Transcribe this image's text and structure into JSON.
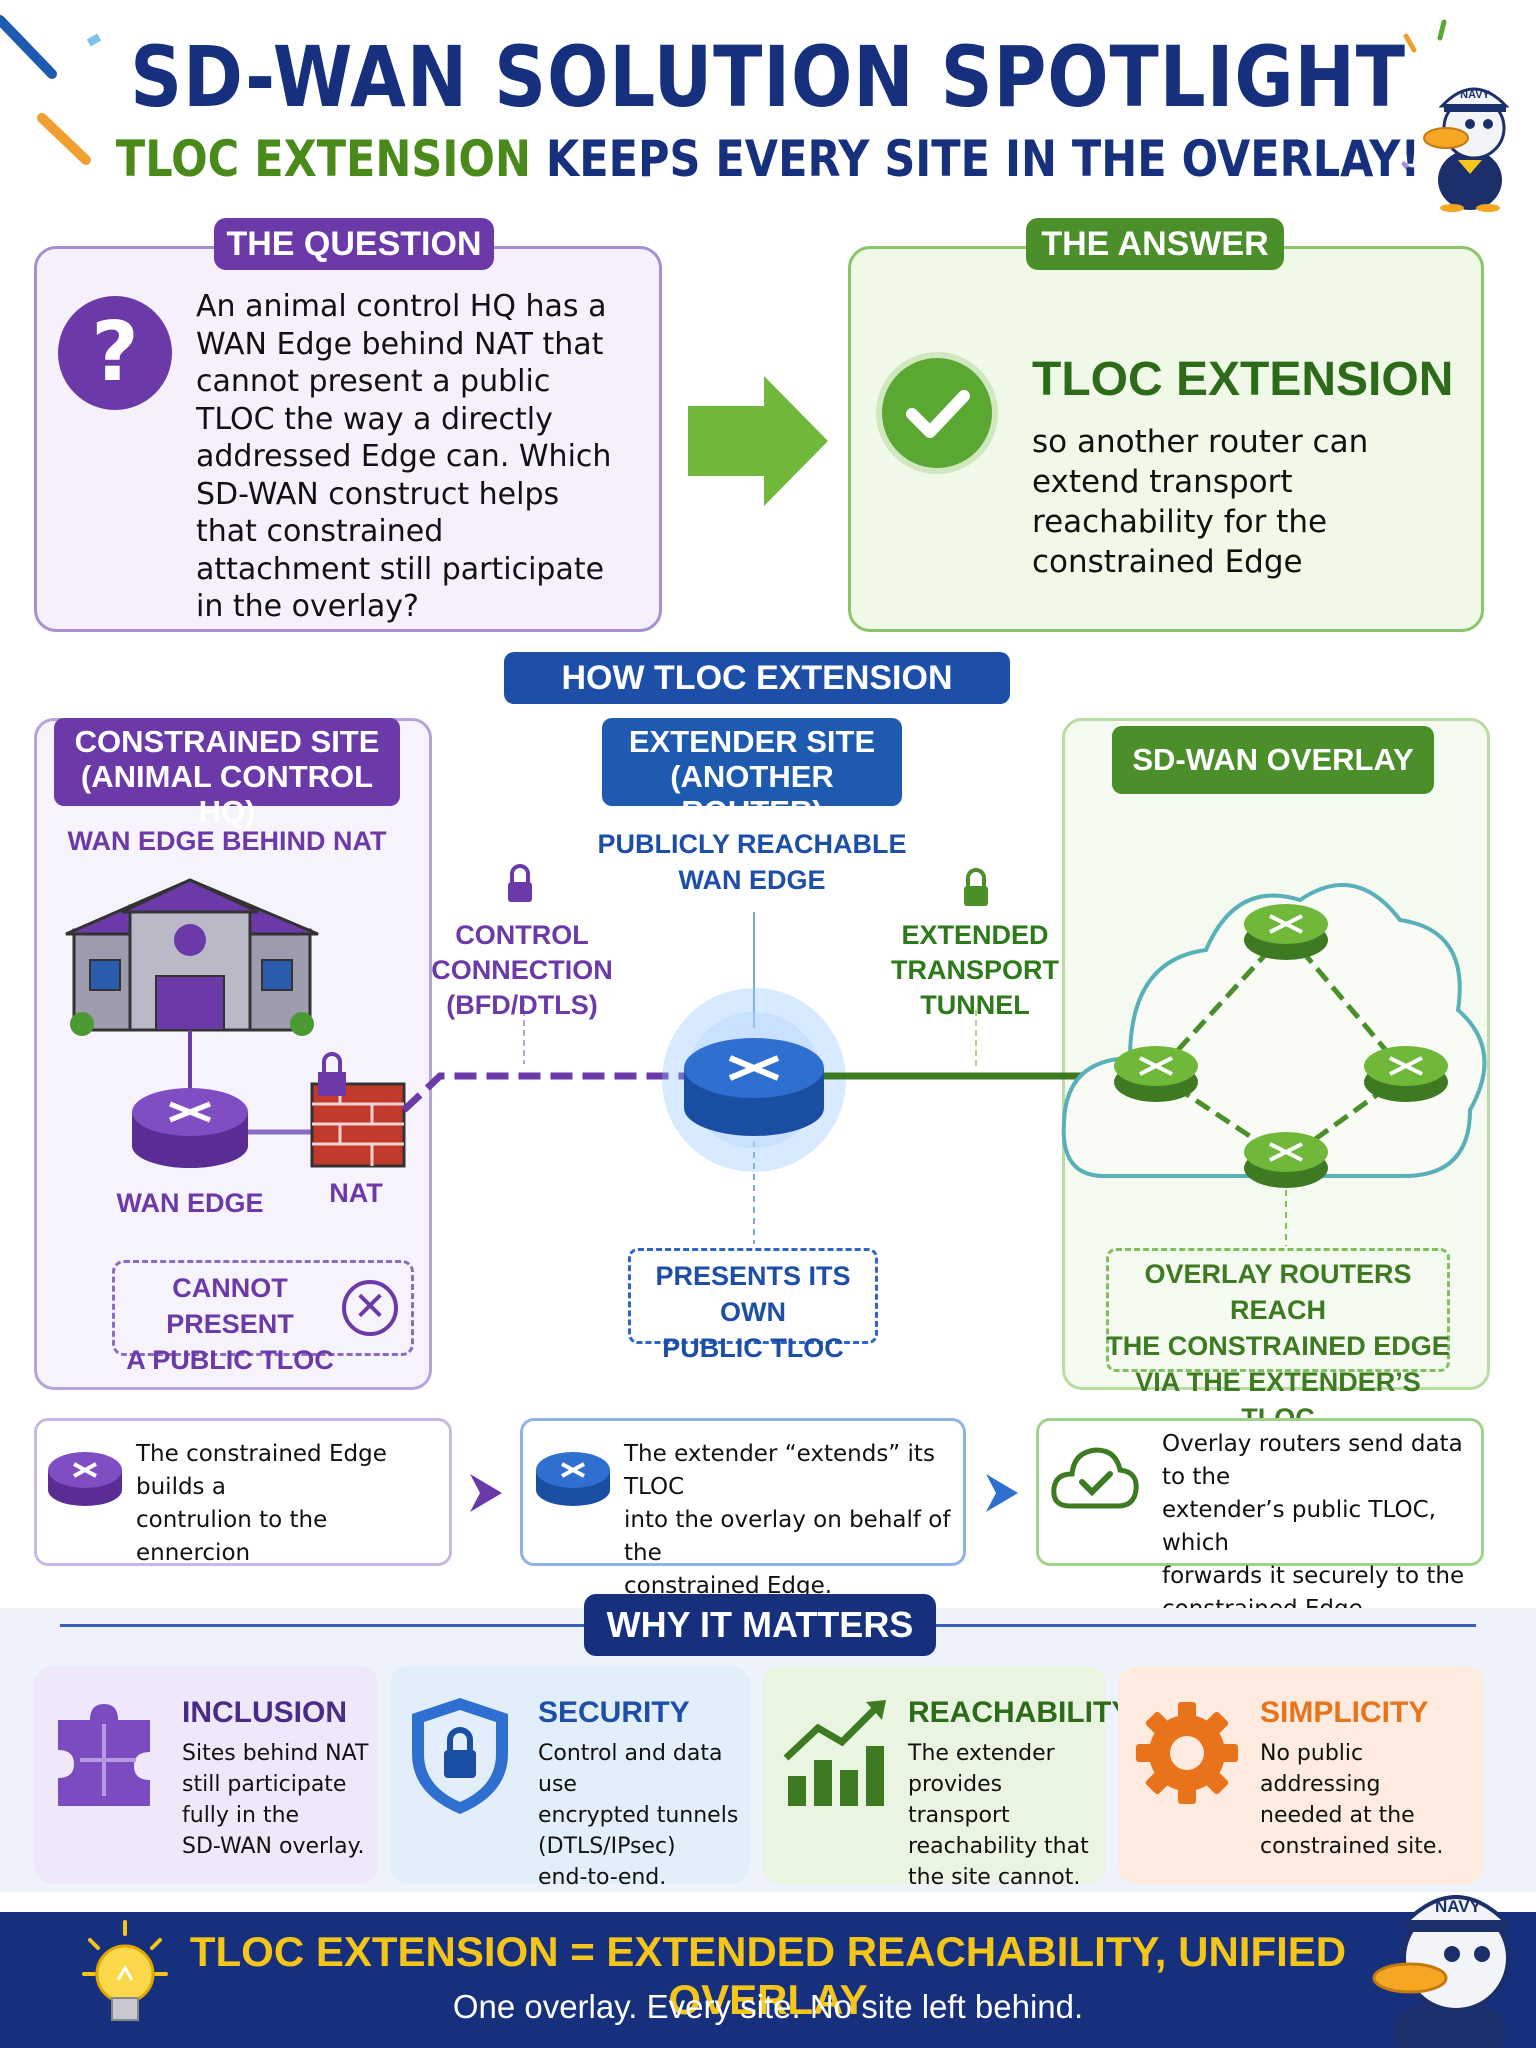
{
  "header": {
    "title": "SD-WAN SOLUTION SPOTLIGHT",
    "subtitle_highlight": "TLOC EXTENSION",
    "subtitle_rest": " KEEPS EVERY SITE IN THE OVERLAY!"
  },
  "question": {
    "tag": "THE QUESTION",
    "icon": "question-mark-icon",
    "icon_glyph": "?",
    "text": "An animal control HQ has a WAN Edge behind NAT that cannot present a public TLOC the way a directly addressed Edge can. Which SD-WAN construct helps that constrained attachment still participate in the overlay?"
  },
  "answer": {
    "tag": "THE ANSWER",
    "icon": "checkmark-icon",
    "heading": "TLOC EXTENSION",
    "text": "so another router can extend transport reachability for the constrained Edge"
  },
  "how": {
    "tag": "HOW TLOC EXTENSION WORKS",
    "constrained_site": {
      "line1": "CONSTRAINED SITE",
      "line2": "(ANIMAL CONTROL HQ)",
      "sublabel": "WAN EDGE BEHIND NAT",
      "wan_edge_label": "WAN EDGE",
      "nat_label": "NAT",
      "cannot_line1": "CANNOT PRESENT",
      "cannot_line2": "A PUBLIC TLOC",
      "cannot_glyph": "✕"
    },
    "control_connection": {
      "line1": "CONTROL",
      "line2": "CONNECTION",
      "line3": "(BFD/DTLS)"
    },
    "extender_site": {
      "line1": "EXTENDER SITE",
      "line2": "(ANOTHER ROUTER)",
      "sub1": "PUBLICLY REACHABLE",
      "sub2": "WAN EDGE",
      "presents1": "PRESENTS ITS OWN",
      "presents2": "PUBLIC TLOC"
    },
    "extended_tunnel": {
      "line1": "EXTENDED",
      "line2": "TRANSPORT",
      "line3": "TUNNEL"
    },
    "overlay": {
      "head": "SD-WAN OVERLAY",
      "line1": "OVERLAY ROUTERS REACH",
      "line2": "THE CONSTRAINED EDGE",
      "line3": "VIA THE EXTENDER’S TLOC"
    }
  },
  "steps": [
    {
      "icon": "router-icon",
      "line1": "The constrained Edge builds a",
      "line2": "contrulion to the",
      "line3": "ennercion"
    },
    {
      "icon": "router-icon",
      "line1": "The extender “extends” its TLOC",
      "line2": "into the overlay on behalf of the",
      "line3": "constrained Edge."
    },
    {
      "icon": "cloud-check-icon",
      "line1": "Overlay routers send data to the",
      "line2": "extender’s public TLOC, which",
      "line3": "forwards it securely to the",
      "line4": "constrained Edge."
    }
  ],
  "why": {
    "tag": "WHY IT MATTERS",
    "cards": [
      {
        "icon": "puzzle-icon",
        "title": "INCLUSION",
        "lines": [
          "Sites behind NAT",
          "still participate",
          "fully in the",
          "SD-WAN overlay."
        ],
        "color": "#6b3aa8"
      },
      {
        "icon": "shield-lock-icon",
        "title": "SECURITY",
        "lines": [
          "Control and data use",
          "encrypted tunnels",
          "(DTLS/IPsec)",
          "end-to-end."
        ],
        "color": "#1e5ab0"
      },
      {
        "icon": "growth-chart-icon",
        "title": "REACHABILITY",
        "lines": [
          "The extender",
          "provides transport",
          "reachability that",
          "the site cannot."
        ],
        "color": "#2d7a1a"
      },
      {
        "icon": "gear-icon",
        "title": "SIMPLICITY",
        "lines": [
          "No public addressing",
          "needed at the",
          "constrained site."
        ],
        "color": "#e8731a"
      }
    ]
  },
  "footer": {
    "headline": "TLOC EXTENSION = EXTENDED REACHABILITY, UNIFIED OVERLAY",
    "tagline": "One overlay. Every site. No site left behind.",
    "icon": "lightbulb-icon"
  },
  "mascot": {
    "icon": "navy-duck-mascot",
    "cap_text": "NAVY"
  },
  "colors": {
    "navy": "#17307e",
    "purple": "#6b3aa8",
    "blue": "#1e5ab0",
    "green": "#4a8f2a",
    "orange": "#e8731a",
    "gold": "#f5c518"
  }
}
